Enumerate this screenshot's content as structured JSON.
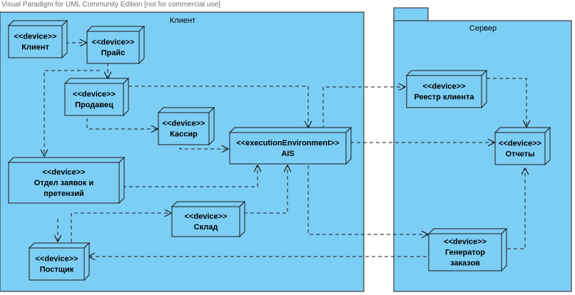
{
  "watermark": "Visual Paradigm for UML Community Edition [not for commercial use]",
  "packages": {
    "client": {
      "label": "Клиент"
    },
    "server": {
      "label": "Сервер"
    }
  },
  "nodes": {
    "klient": {
      "stereotype": "<<device>>",
      "lines": [
        "Клиент"
      ]
    },
    "prais": {
      "stereotype": "<<device>>",
      "lines": [
        "Прайс"
      ]
    },
    "prodavec": {
      "stereotype": "<<device>>",
      "lines": [
        "Продавец"
      ]
    },
    "kassir": {
      "stereotype": "<<device>>",
      "lines": [
        "Кассир"
      ]
    },
    "ais": {
      "stereotype": "<<executionEnvironment>>",
      "lines": [
        "AIS"
      ]
    },
    "otdel": {
      "stereotype": "<<device>>",
      "lines": [
        "Отдел заявок и",
        "претензий"
      ]
    },
    "sklad": {
      "stereotype": "<<device>>",
      "lines": [
        "Склад"
      ]
    },
    "postavshik": {
      "stereotype": "<<device>>",
      "lines": [
        "Постщик"
      ]
    },
    "reestr": {
      "stereotype": "<<device>>",
      "lines": [
        "Реестр клиента"
      ]
    },
    "otchety": {
      "stereotype": "<<device>>",
      "lines": [
        "Отчеты"
      ]
    },
    "generator": {
      "stereotype": "<<device>>",
      "lines": [
        "Генератор",
        "заказов"
      ]
    }
  },
  "colors": {
    "fill": "#7dcef5",
    "stroke": "#1b1b1b",
    "text": "#000000"
  }
}
